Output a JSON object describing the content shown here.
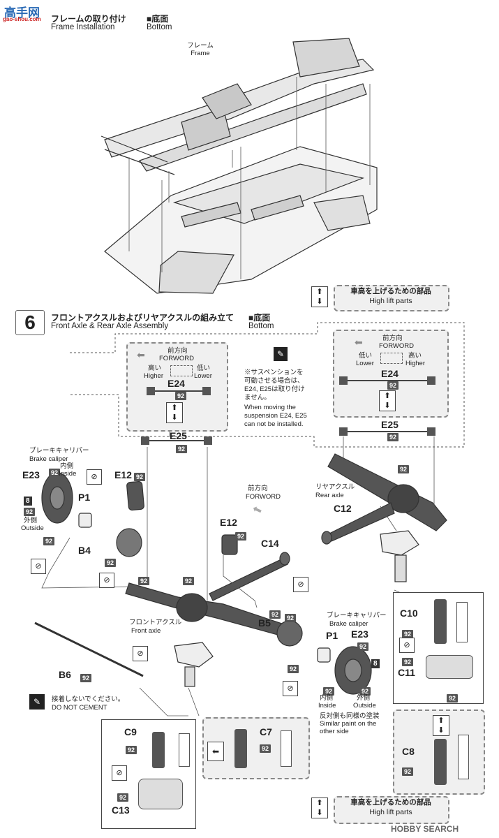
{
  "site": {
    "logo_text": "高手网",
    "logo_url": "gao-shou.com",
    "watermark": "HOBBY SEARCH"
  },
  "frame_section": {
    "title_jp": "フレームの取り付け",
    "title_en": "Frame Installation",
    "view_jp": "■底面",
    "view_en": "Bottom",
    "part_label_jp": "フレーム",
    "part_label_en": "Frame"
  },
  "high_lift_top": {
    "jp": "車高を上げるための部品",
    "en": "High lift parts"
  },
  "step6": {
    "number": "6",
    "title_jp": "フロントアクスルおよびリヤアクスルの組み立て",
    "title_en": "Front Axle & Rear Axle Assembly",
    "view_jp": "■底面",
    "view_en": "Bottom"
  },
  "left_suspension_box": {
    "forward_jp": "前方向",
    "forward_en": "FORWORD",
    "high_jp": "高い",
    "high_en": "Higher",
    "low_jp": "低い",
    "low_en": "Lower",
    "part": "E24",
    "part_num": "92"
  },
  "note": {
    "jp_line1": "※サスペンションを",
    "jp_line2": "可動させる場合は、",
    "jp_line3": "E24, E25は取り付け",
    "jp_line4": "ません。",
    "en_line1": "When moving the",
    "en_line2": "suspension E24, E25",
    "en_line3": "can not be installed."
  },
  "right_suspension_box": {
    "forward_jp": "前方向",
    "forward_en": "FORWORD",
    "low_jp": "低い",
    "low_en": "Lower",
    "high_jp": "高い",
    "high_en": "Higher",
    "part": "E24",
    "part_num": "92"
  },
  "e25_left": {
    "part": "E25",
    "num": "92"
  },
  "e25_right": {
    "part": "E25",
    "num": "92"
  },
  "front_left": {
    "caliper_jp": "ブレーキキャリパー",
    "caliper_en": "Brake caliper",
    "e23": "E23",
    "inside_jp": "内側",
    "inside_en": "Inside",
    "outside_jp": "外側",
    "outside_en": "Outside",
    "p1": "P1",
    "e12": "E12",
    "b4": "B4",
    "num92": "92",
    "num8": "8"
  },
  "center": {
    "forward_jp": "前方向",
    "forward_en": "FORWORD",
    "e12": "E12",
    "c14": "C14",
    "front_axle_jp": "フロントアクスル",
    "front_axle_en": "Front axle",
    "b5": "B5",
    "b6": "B6",
    "num92": "92"
  },
  "rear": {
    "rear_axle_jp": "リヤアクスル",
    "rear_axle_en": "Rear axle",
    "c12": "C12",
    "num92": "92"
  },
  "front_right": {
    "caliper_jp": "ブレーキキャリパー",
    "caliper_en": "Brake caliper",
    "e23": "E23",
    "p1": "P1",
    "inside_jp": "内側",
    "inside_en": "Inside",
    "outside_jp": "外側",
    "outside_en": "Outside",
    "num92": "92",
    "num8": "8",
    "similar_jp": "反対側も同様の塗装",
    "similar_en1": "Similar paint on the",
    "similar_en2": "other side"
  },
  "rear_box": {
    "c10": "C10",
    "c11": "C11",
    "num92": "92"
  },
  "rear_box_lift": {
    "c8": "C8",
    "num92": "92"
  },
  "no_cement": {
    "jp": "接着しないでください。",
    "en": "DO NOT CEMENT"
  },
  "front_box": {
    "c9": "C9",
    "c13": "C13",
    "num92": "92"
  },
  "front_box_lift": {
    "c7": "C7",
    "num92": "92"
  },
  "high_lift_bottom": {
    "jp": "車高を上げるための部品",
    "en": "High lift parts"
  }
}
